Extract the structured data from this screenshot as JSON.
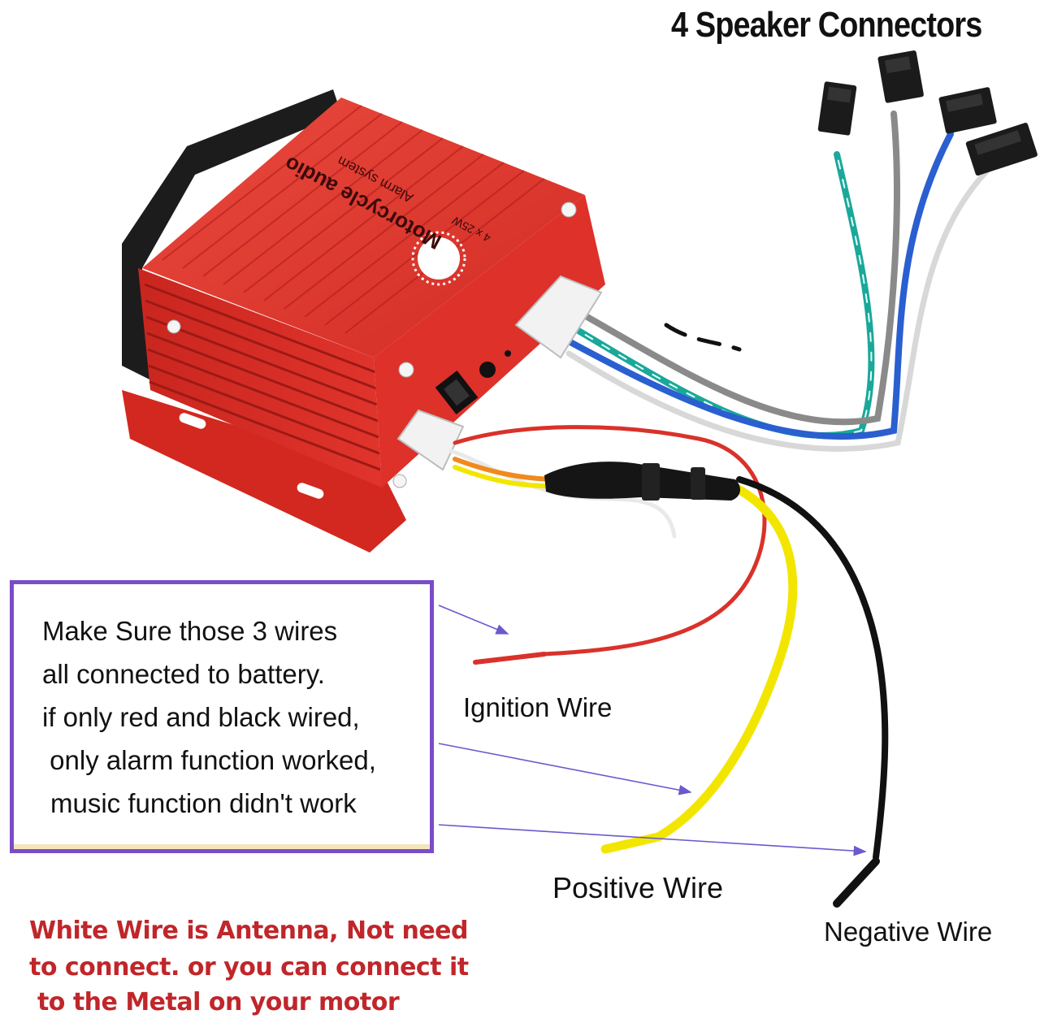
{
  "title": "4 Speaker Connectors",
  "amplifier": {
    "brand_text": "Motorcycle audio",
    "sub_text": "Alarm system",
    "power_text": "4 x 25W"
  },
  "note": {
    "lines": [
      "Make Sure those 3 wires",
      "all connected to battery.",
      "if only red and black wired,",
      " only alarm function worked,",
      "music function didn't work"
    ]
  },
  "labels": {
    "ignition": "Ignition Wire",
    "positive": "Positive Wire",
    "negative": "Negative Wire"
  },
  "antenna_note": {
    "lines": [
      "White Wire is Antenna, Not need",
      "to connect. or you can connect it",
      " to the Metal on your motor"
    ]
  },
  "colors": {
    "case": "#e0342c",
    "case_dark": "#b51f1a",
    "box_border": "#7a4dc8",
    "arrow": "#6a5acd",
    "red_text": "#c0262a",
    "wire_yellow": "#f2e600",
    "wire_red": "#d9322a",
    "wire_black": "#111111",
    "wire_teal": "#1aa89a",
    "wire_blue": "#2a5fd0",
    "wire_grey": "#8a8a8a"
  }
}
